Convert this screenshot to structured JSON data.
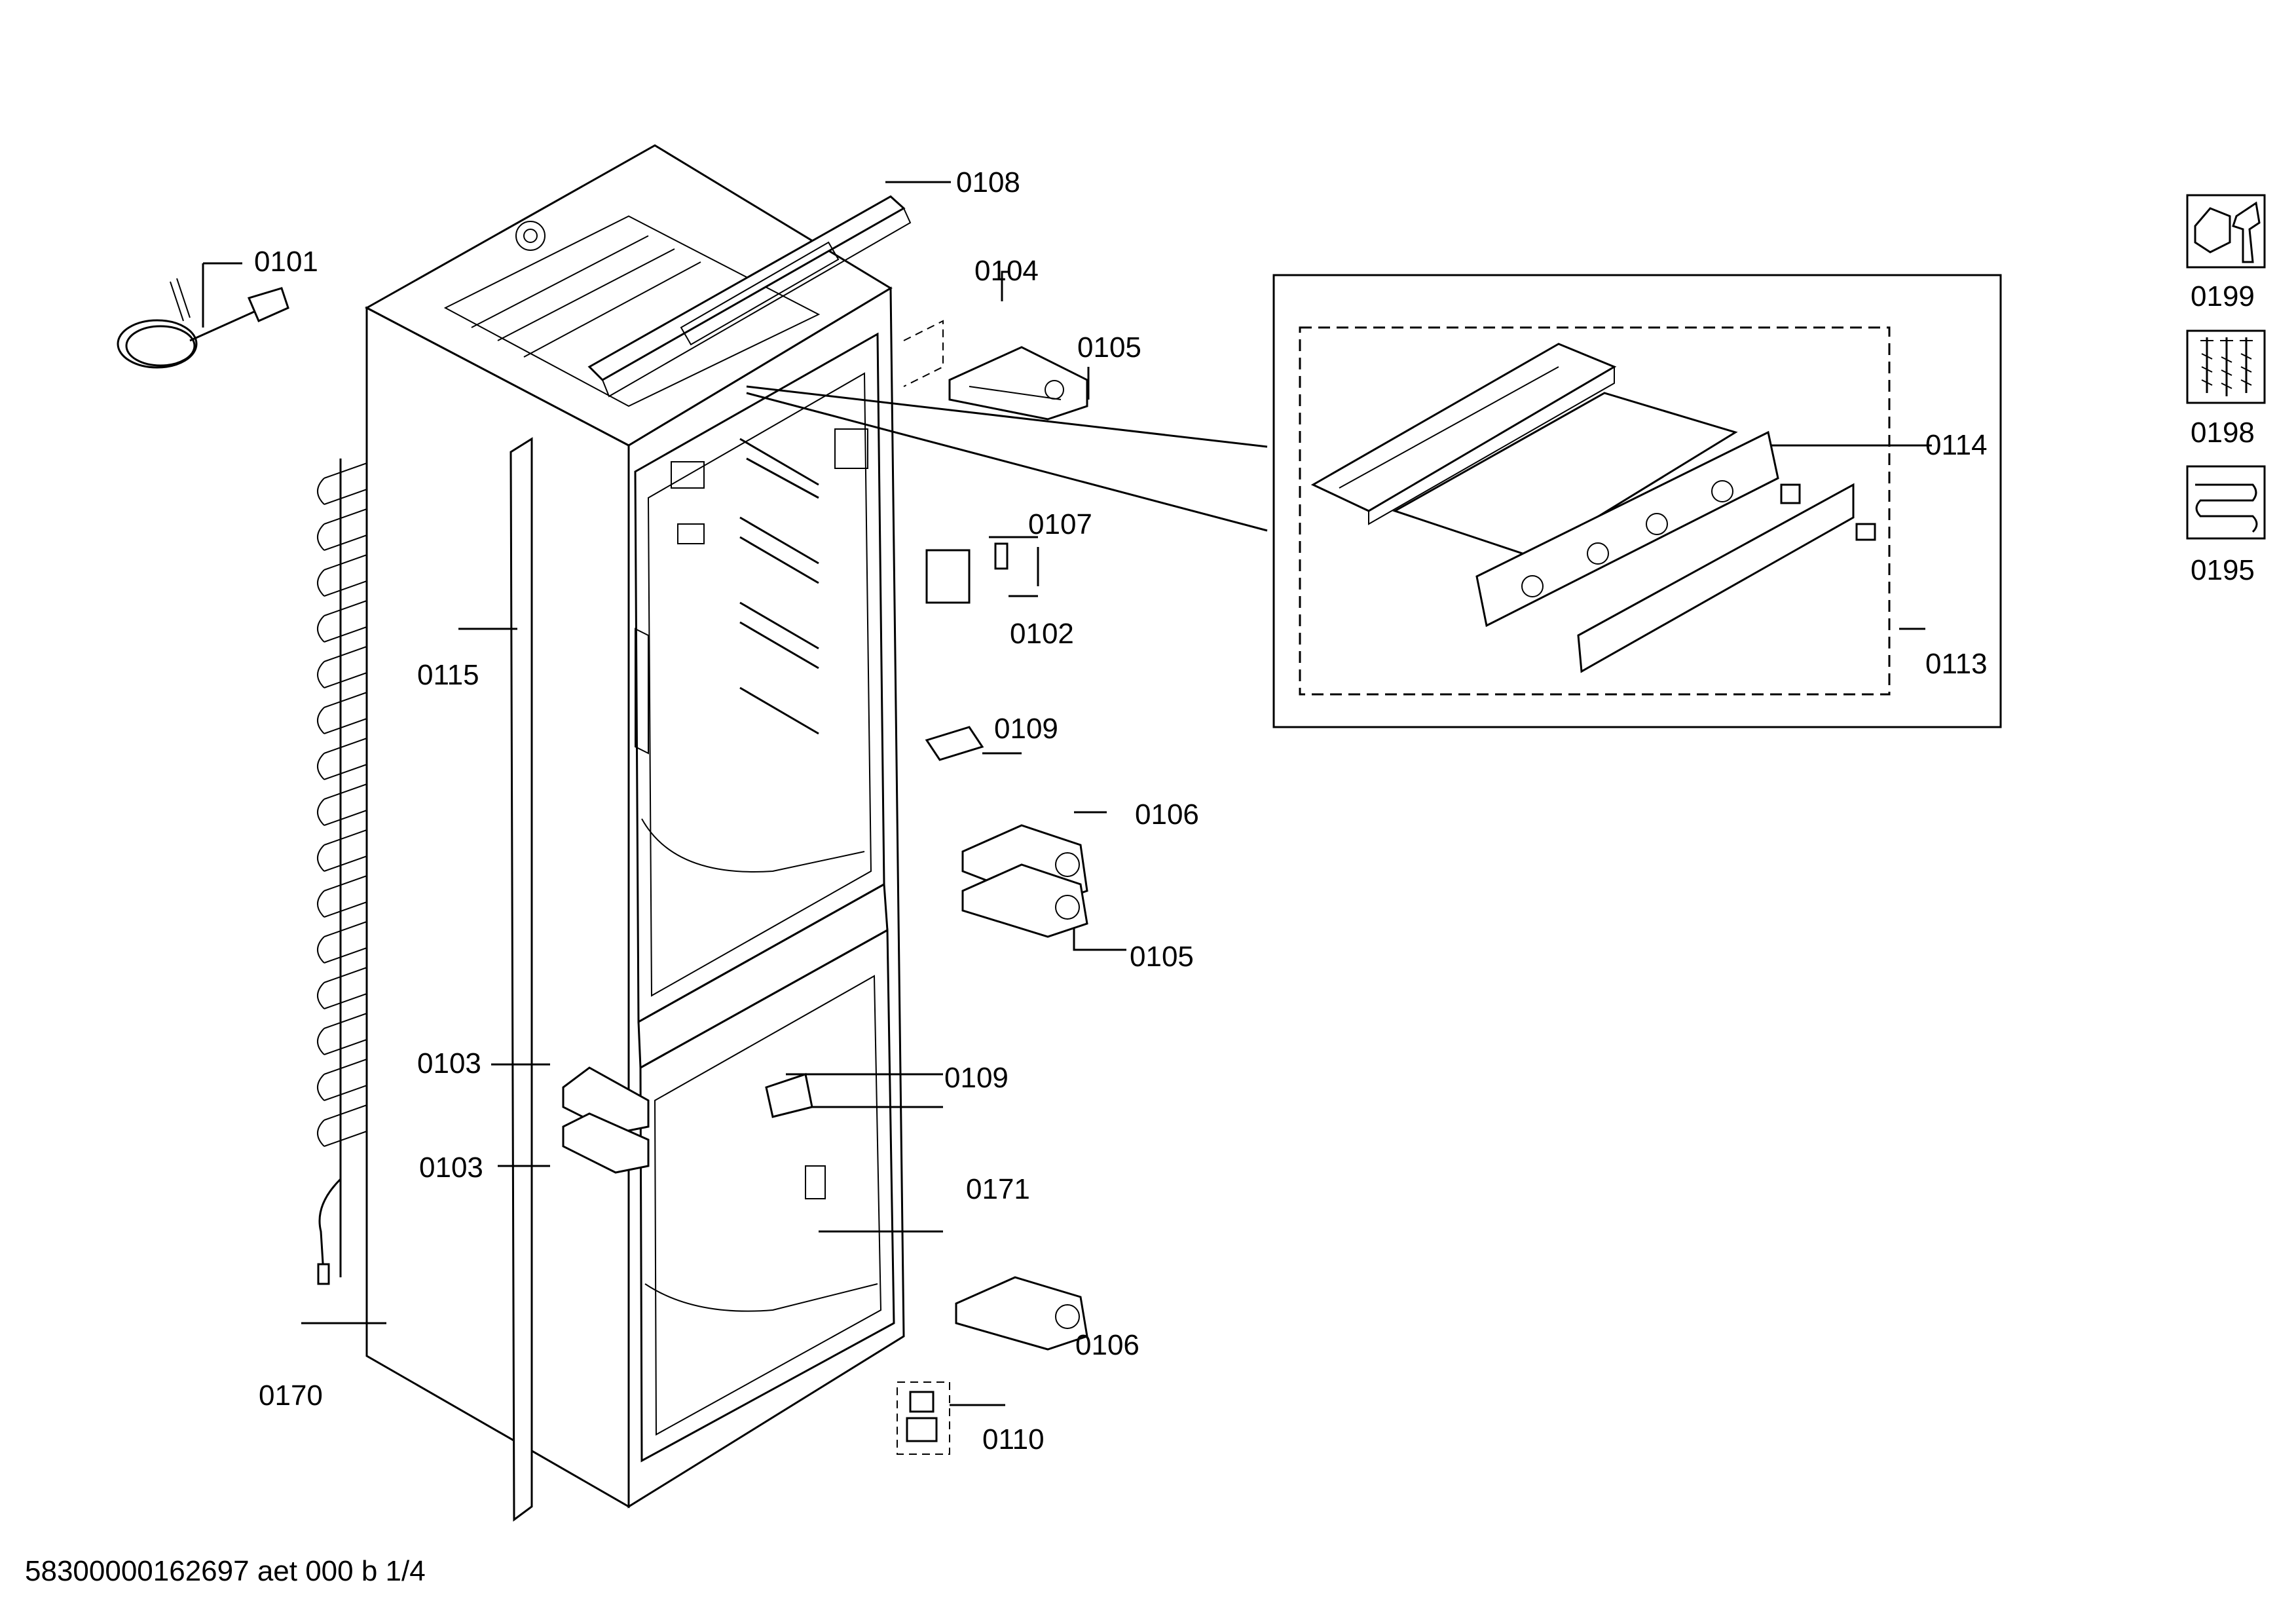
{
  "labels": {
    "p0101": "0101",
    "p0102": "0102",
    "p0103a": "0103",
    "p0103b": "0103",
    "p0104": "0104",
    "p0105a": "0105",
    "p0105b": "0105",
    "p0106a": "0106",
    "p0106b": "0106",
    "p0107": "0107",
    "p0108": "0108",
    "p0109a": "0109",
    "p0109b": "0109",
    "p0110": "0110",
    "p0113": "0113",
    "p0114": "0114",
    "p0115": "0115",
    "p0170": "0170",
    "p0171": "0171"
  },
  "legend": {
    "tools": "0199",
    "screws": "0198",
    "heater": "0195"
  },
  "icons": {
    "tools": "wrench-nut-icon",
    "screws": "screws-icon",
    "heater": "heating-coil-icon"
  },
  "footer": {
    "document_id": "58300000162697 aet 000 b 1/4"
  }
}
